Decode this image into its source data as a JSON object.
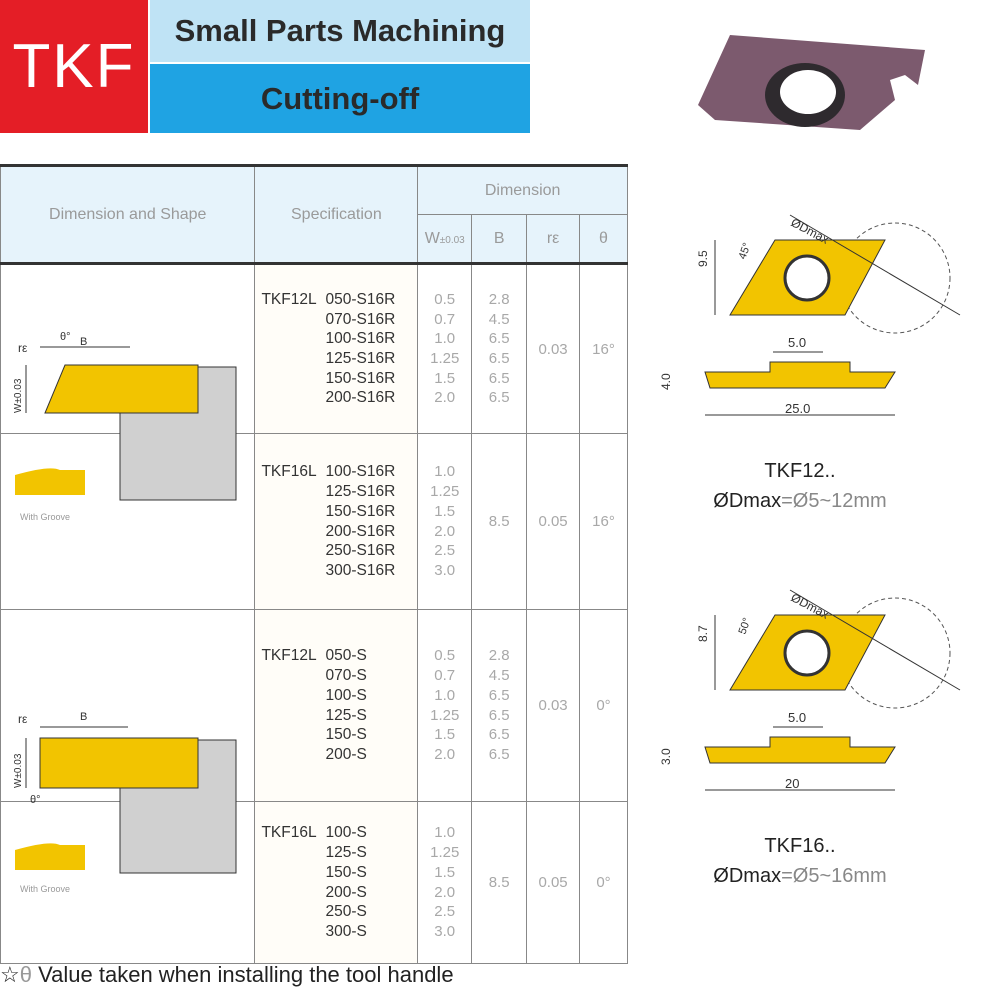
{
  "banner": {
    "brand": "TKF",
    "title": "Small Parts Machining",
    "subtitle": "Cutting-off"
  },
  "table": {
    "headers": {
      "shape": "Dimension and Shape",
      "spec": "Specification",
      "dimension": "Dimension",
      "w": "W",
      "w_tol": "±0.03",
      "b": "B",
      "re": "rε",
      "theta": "θ"
    },
    "groups": [
      {
        "prefix": "TKF12L",
        "specs": [
          "050-S16R",
          "070-S16R",
          "100-S16R",
          "125-S16R",
          "150-S16R",
          "200-S16R"
        ],
        "w": [
          "0.5",
          "0.7",
          "1.0",
          "1.25",
          "1.5",
          "2.0"
        ],
        "b": [
          "2.8",
          "4.5",
          "6.5",
          "6.5",
          "6.5",
          "6.5"
        ],
        "re": "0.03",
        "theta": "16°"
      },
      {
        "prefix": "TKF16L",
        "specs": [
          "100-S16R",
          "125-S16R",
          "150-S16R",
          "200-S16R",
          "250-S16R",
          "300-S16R"
        ],
        "w": [
          "1.0",
          "1.25",
          "1.5",
          "2.0",
          "2.5",
          "3.0"
        ],
        "b": "8.5",
        "re": "0.05",
        "theta": "16°"
      },
      {
        "prefix": "TKF12L",
        "specs": [
          "050-S",
          "070-S",
          "100-S",
          "125-S",
          "150-S",
          "200-S"
        ],
        "w": [
          "0.5",
          "0.7",
          "1.0",
          "1.25",
          "1.5",
          "2.0"
        ],
        "b": [
          "2.8",
          "4.5",
          "6.5",
          "6.5",
          "6.5",
          "6.5"
        ],
        "re": "0.03",
        "theta": "0°"
      },
      {
        "prefix": "TKF16L",
        "specs": [
          "100-S",
          "125-S",
          "150-S",
          "200-S",
          "250-S",
          "300-S"
        ],
        "w": [
          "1.0",
          "1.25",
          "1.5",
          "2.0",
          "2.5",
          "3.0"
        ],
        "b": "8.5",
        "re": "0.05",
        "theta": "0°"
      }
    ],
    "shape_labels": {
      "groove": "With Groove",
      "re": "rε",
      "b": "B",
      "theta": "θ°",
      "w": "W±0.03"
    }
  },
  "drawings": [
    {
      "dmax_label": "ØDmax",
      "angle": "45°",
      "height": "9.5",
      "hole": "5.0",
      "thickness": "4.0",
      "length": "25.0",
      "name": "TKF12..",
      "dmax_prefix": "ØDmax",
      "dmax_value": "=Ø5~12mm"
    },
    {
      "dmax_label": "ØDmax",
      "angle": "50°",
      "height": "8.7",
      "hole": "5.0",
      "thickness": "3.0",
      "length": "20",
      "name": "TKF16..",
      "dmax_prefix": "ØDmax",
      "dmax_value": "=Ø5~16mm"
    }
  ],
  "footnote": {
    "star": "☆",
    "theta": "θ",
    "text": "Value taken when installing the tool handle"
  },
  "colors": {
    "red": "#e41e26",
    "blue": "#1fa3e3",
    "light_blue": "#bfe3f5",
    "gold": "#f2c400"
  }
}
